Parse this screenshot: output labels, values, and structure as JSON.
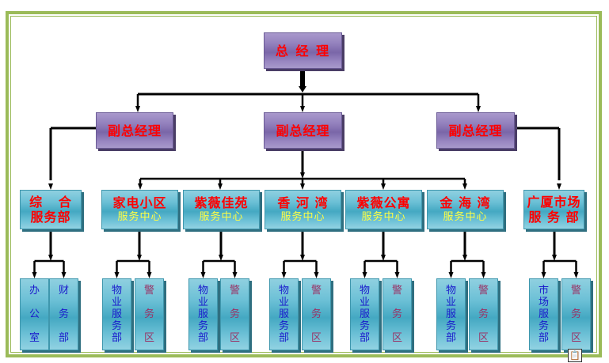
{
  "top": {
    "label": "总 经 理"
  },
  "vps": [
    {
      "label": "副总经理"
    },
    {
      "label": "副总经理"
    },
    {
      "label": "副总经理"
    }
  ],
  "departments": [
    {
      "line1": "综   合",
      "line2": "服务部",
      "style": "red-two-line"
    },
    {
      "line1": "家电小区",
      "line2": "服务中心",
      "style": "center"
    },
    {
      "line1": "紫薇佳苑",
      "line2": "服务中心",
      "style": "center"
    },
    {
      "line1": "香 河 湾",
      "line2": "服务中心",
      "style": "center"
    },
    {
      "line1": "紫薇公寓",
      "line2": "服务中心",
      "style": "center"
    },
    {
      "line1": "金 海 湾",
      "line2": "服务中心",
      "style": "center"
    },
    {
      "line1": "广厦市场",
      "line2": "服 务 部",
      "style": "red-two-line"
    }
  ],
  "units": [
    {
      "dept": 0,
      "chars": [
        "办",
        "公",
        "室"
      ],
      "color": "blue",
      "spaced": true
    },
    {
      "dept": 0,
      "chars": [
        "财",
        "务",
        "部"
      ],
      "color": "blue",
      "spaced": true
    },
    {
      "dept": 1,
      "chars": [
        "物",
        "业",
        "服",
        "务",
        "部"
      ],
      "color": "blue",
      "spaced": false
    },
    {
      "dept": 1,
      "chars": [
        "警",
        "务",
        "区"
      ],
      "color": "maroon",
      "spaced": true
    },
    {
      "dept": 2,
      "chars": [
        "物",
        "业",
        "服",
        "务",
        "部"
      ],
      "color": "blue",
      "spaced": false
    },
    {
      "dept": 2,
      "chars": [
        "警",
        "务",
        "区"
      ],
      "color": "maroon",
      "spaced": true
    },
    {
      "dept": 3,
      "chars": [
        "物",
        "业",
        "服",
        "务",
        "部"
      ],
      "color": "blue",
      "spaced": false
    },
    {
      "dept": 3,
      "chars": [
        "警",
        "务",
        "区"
      ],
      "color": "maroon",
      "spaced": true
    },
    {
      "dept": 4,
      "chars": [
        "物",
        "业",
        "服",
        "务",
        "部"
      ],
      "color": "blue",
      "spaced": false
    },
    {
      "dept": 4,
      "chars": [
        "警",
        "务",
        "区"
      ],
      "color": "maroon",
      "spaced": true
    },
    {
      "dept": 5,
      "chars": [
        "物",
        "业",
        "服",
        "务",
        "部"
      ],
      "color": "blue",
      "spaced": false
    },
    {
      "dept": 5,
      "chars": [
        "警",
        "务",
        "区"
      ],
      "color": "maroon",
      "spaced": true
    },
    {
      "dept": 6,
      "chars": [
        "市",
        "场",
        "服",
        "务",
        "部"
      ],
      "color": "blue",
      "spaced": false
    },
    {
      "dept": 6,
      "chars": [
        "警",
        "务",
        "区"
      ],
      "color": "maroon",
      "spaced": true
    }
  ],
  "overlay": {
    "icon": "paste-options-icon",
    "glyph": "📋"
  },
  "colors": {
    "frame": "#9bbb59",
    "title_text": "#ff0000",
    "subtitle_text": "#ffff44",
    "unit_text_blue": "#1a1acc",
    "unit_text_maroon": "#993366"
  }
}
